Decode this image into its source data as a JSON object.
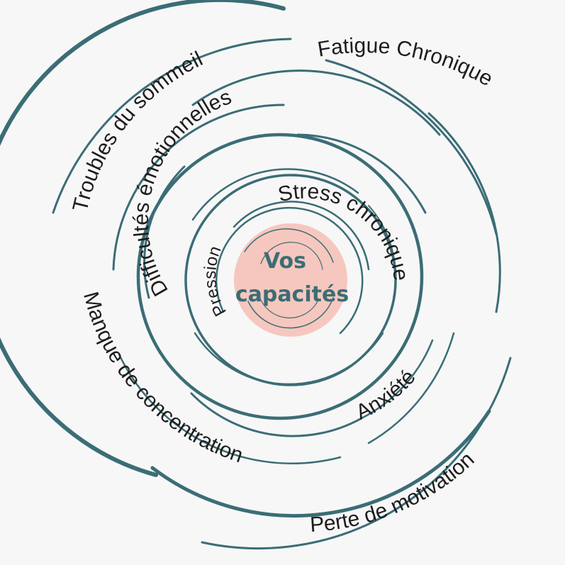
{
  "center": {
    "line1": "Vos",
    "line2": "capacités"
  },
  "labels": {
    "troubles_sommeil": "Troubles du sommeil",
    "fatigue_chronique": "Fatigue Chronique",
    "difficultes_emotionnelles": "Difficultés émotionnelles",
    "stress_chronique": "Stress chronique",
    "pression": "Pression",
    "anxiete": "Anxiété",
    "manque_concentration": "Manque de concentration",
    "perte_motivation": "Perte de motivation"
  },
  "colors": {
    "ring": "#3b6d76",
    "center_fill": "#f6c7be",
    "text": "#1d1d1d",
    "background": "#f7f7f7"
  }
}
